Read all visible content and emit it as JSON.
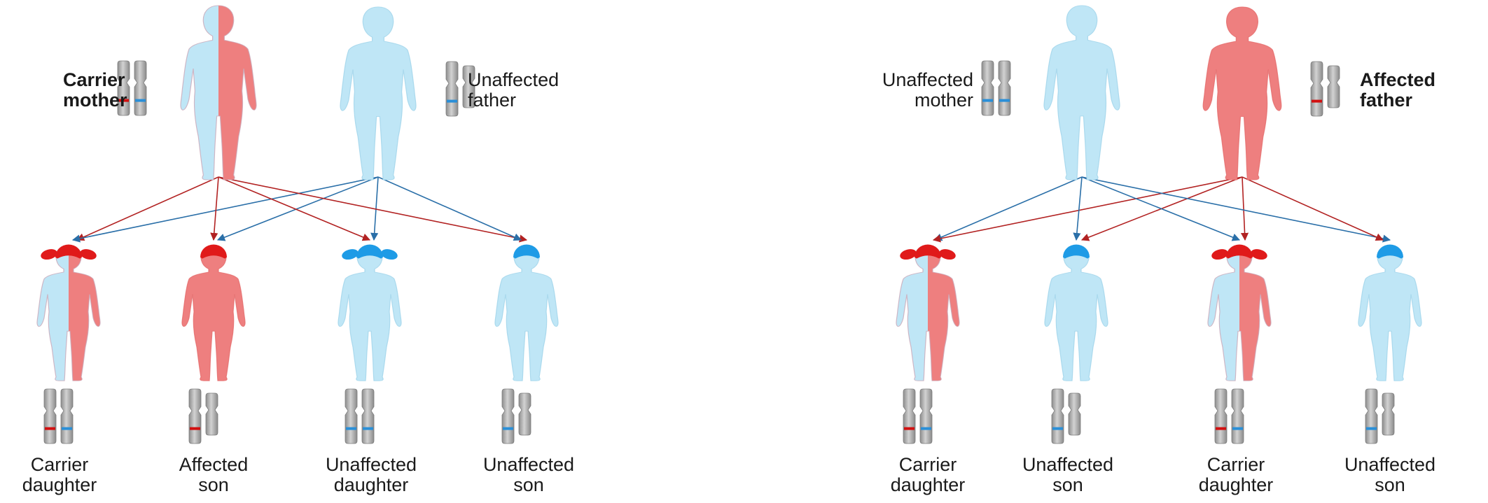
{
  "colors": {
    "affected": "#ee7f7f",
    "unaffected": "#bfe6f6",
    "allele_red": "#d21010",
    "allele_blue": "#2a8fd8",
    "hair_red": "#e01a1a",
    "hair_blue": "#1e9be6",
    "arrow_red": "#b22222",
    "arrow_blue": "#2a6fa8",
    "chromosome": "#a8a8a8"
  },
  "left_panel": {
    "mother": {
      "line1": "Carrier",
      "line2": "mother",
      "bold": true,
      "status": "carrier"
    },
    "father": {
      "line1": "Unaffected",
      "line2": "father",
      "bold": false,
      "status": "unaffected"
    },
    "children": [
      {
        "line1": "Carrier",
        "line2": "daughter",
        "sex": "female",
        "status": "carrier"
      },
      {
        "line1": "Affected",
        "line2": "son",
        "sex": "male",
        "status": "affected"
      },
      {
        "line1": "Unaffected",
        "line2": "daughter",
        "sex": "female",
        "status": "unaffected"
      },
      {
        "line1": "Unaffected",
        "line2": "son",
        "sex": "male",
        "status": "unaffected"
      }
    ]
  },
  "right_panel": {
    "mother": {
      "line1": "Unaffected",
      "line2": "mother",
      "bold": false,
      "status": "unaffected"
    },
    "father": {
      "line1": "Affected",
      "line2": "father",
      "bold": true,
      "status": "affected"
    },
    "children": [
      {
        "line1": "Carrier",
        "line2": "daughter",
        "sex": "female",
        "status": "carrier"
      },
      {
        "line1": "Unaffected",
        "line2": "son",
        "sex": "male",
        "status": "unaffected"
      },
      {
        "line1": "Carrier",
        "line2": "daughter",
        "sex": "female",
        "status": "carrier"
      },
      {
        "line1": "Unaffected",
        "line2": "son",
        "sex": "male",
        "status": "unaffected"
      }
    ]
  }
}
